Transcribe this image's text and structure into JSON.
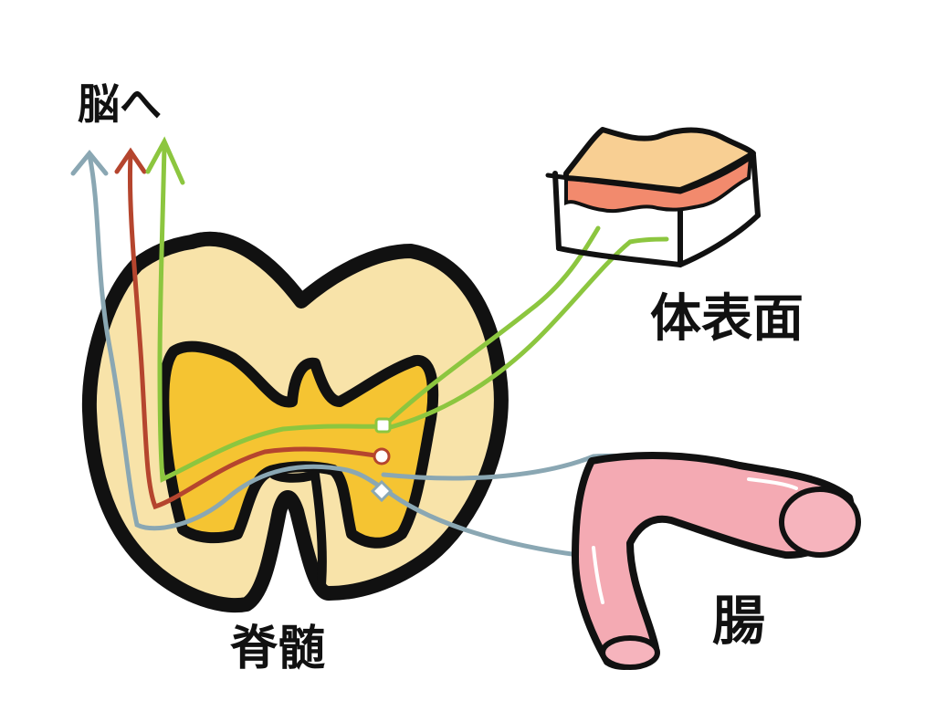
{
  "labels": {
    "to_brain": "脳へ",
    "body_surface": "体表面",
    "spinal_cord": "脊髄",
    "intestine": "腸"
  },
  "colors": {
    "outline": "#111111",
    "white_matter": "#f8e3a9",
    "gray_matter": "#f5c432",
    "green_fiber": "#8cc63f",
    "red_fiber": "#b5452e",
    "blue_fiber": "#8aa7b3",
    "skin_top": "#f8cf93",
    "skin_dermis": "#f28a6d",
    "intestine": "#f4aab3",
    "intestine_inner": "#f6b4bd",
    "background": "#ffffff"
  },
  "nodes": [
    {
      "id": "green-node",
      "color": "green_fiber"
    },
    {
      "id": "red-node",
      "color": "red_fiber"
    },
    {
      "id": "blue-node",
      "color": "blue_fiber"
    }
  ]
}
